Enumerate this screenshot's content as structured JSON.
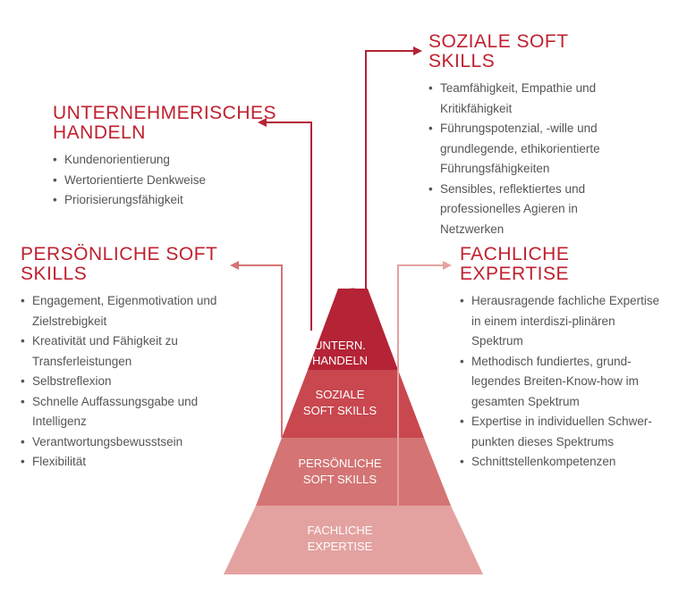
{
  "colors": {
    "accent": "#c0202f",
    "tier1": "#b42336",
    "tier2": "#c9474f",
    "tier3": "#d47474",
    "tier4": "#e3a2a0",
    "text": "#555555"
  },
  "pyramid": [
    {
      "line1": "UNTERN.",
      "line2": "HANDELN"
    },
    {
      "line1": "SOZIALE",
      "line2": "SOFT SKILLS"
    },
    {
      "line1": "PERSÖNLICHE",
      "line2": "SOFT SKILLS"
    },
    {
      "line1": "FACHLICHE",
      "line2": "EXPERTISE"
    }
  ],
  "blocks": {
    "soziale": {
      "title": "SOZIALE SOFT SKILLS",
      "items": [
        "Teamfähigkeit, Empathie und Kritikfähigkeit",
        "Führungspotenzial, -wille und grundlegende, ethikorientierte Führungsfähigkeiten",
        "Sensibles, reflektiertes und professionelles Agieren in Netzwerken"
      ]
    },
    "unternehm": {
      "title_line1": "UNTERNEHMERISCHES",
      "title_line2": "HANDELN",
      "items": [
        "Kundenorientierung",
        "Wertorientierte Denkweise",
        "Priorisierungsfähigkeit"
      ]
    },
    "persoenlich": {
      "title_line1": "PERSÖNLICHE SOFT",
      "title_line2": "SKILLS",
      "items": [
        "Engagement, Eigenmotivation und Zielstrebigkeit",
        "Kreativität und Fähigkeit zu Transferleistungen",
        "Selbstreflexion",
        "Schnelle Auffassungsgabe und Intelligenz",
        "Verantwortungsbewusstsein",
        "Flexibilität"
      ]
    },
    "fachlich": {
      "title": "FACHLICHE EXPERTISE",
      "items": [
        "Herausragende fachliche Expertise in einem interdiszi-plinären Spektrum",
        "Methodisch fundiertes, grund-legendes Breiten-Know-how im gesamten Spektrum",
        "Expertise in individuellen Schwer-punkten dieses Spektrums",
        "Schnittstellenkompetenzen"
      ]
    }
  }
}
